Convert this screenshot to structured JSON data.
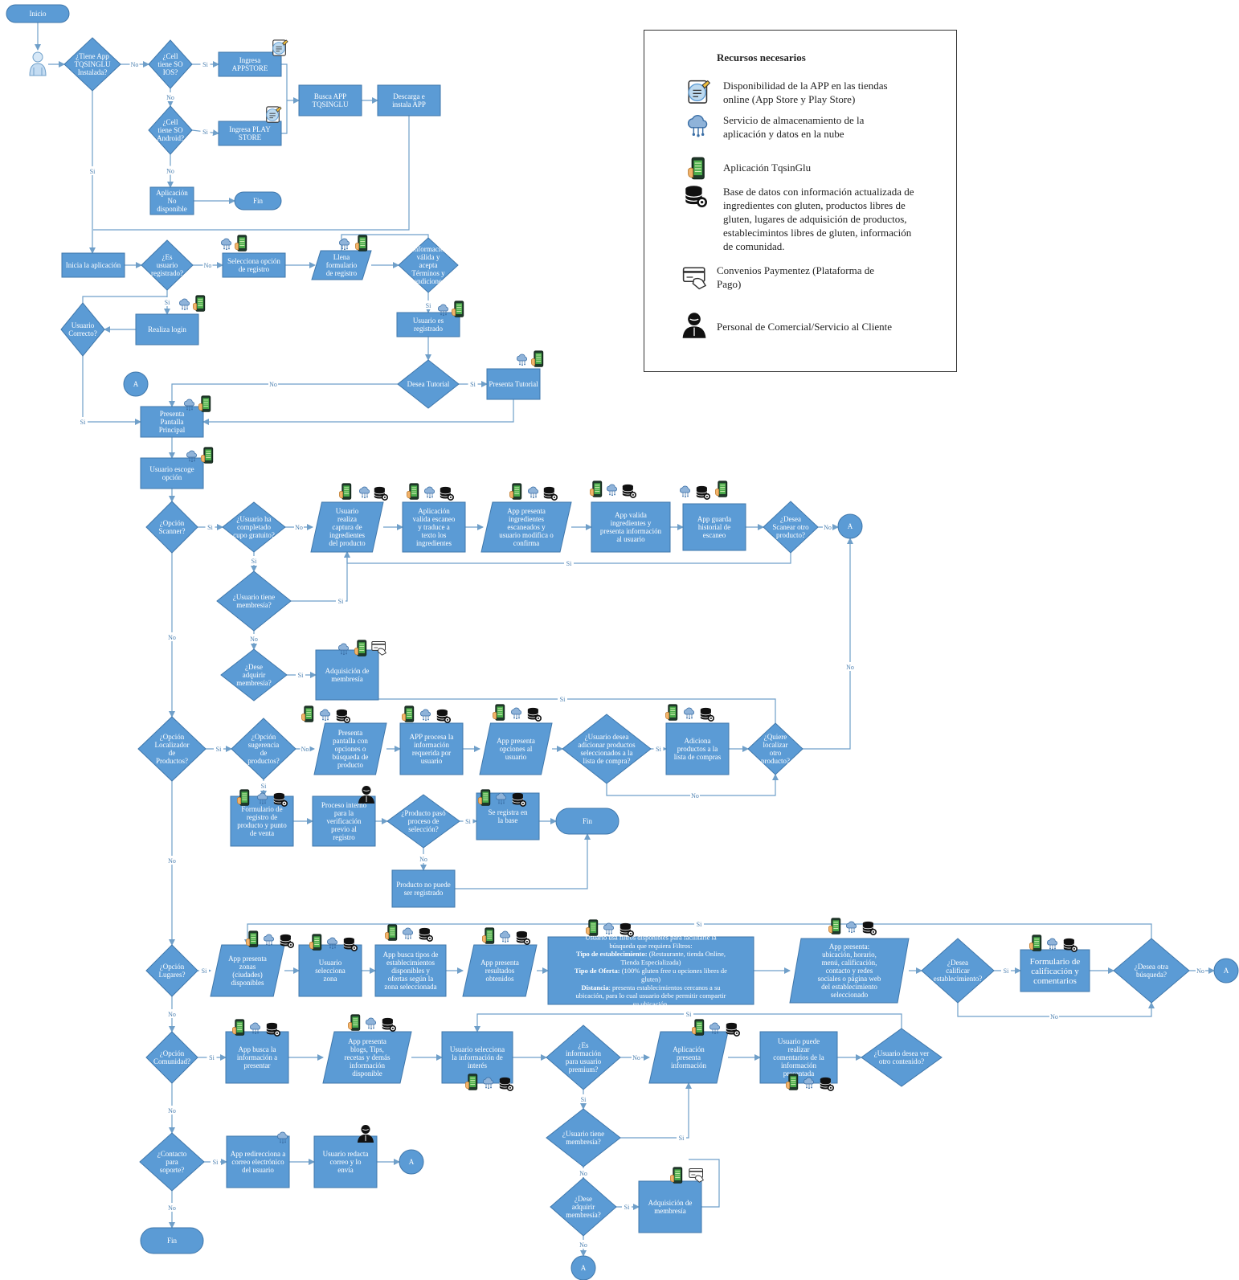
{
  "colors": {
    "shape": "#5b9bd5",
    "edge": "#3f77ab",
    "text": "#ffffff",
    "line": "#6f9fc9",
    "label": "#4a7fb0"
  },
  "legend": {
    "title": "Recursos necesarios",
    "items": [
      {
        "icon": "document-tablet-icon",
        "text": "Disponibilidad de la APP en las tiendas online (App Store y Play Store)"
      },
      {
        "icon": "cloud-storage-icon",
        "text": "Servicio de almacenamiento de la aplicación y datos en la nube"
      },
      {
        "icon": "phone-app-icon",
        "text": "Aplicación TqsinGlu"
      },
      {
        "icon": "database-icon",
        "text": "Base de datos con información actualizada de ingredientes con gluten, productos libres de gluten, lugares de adquisición de productos, establecimintos libres de gluten, información de comunidad."
      },
      {
        "icon": "payment-card-icon",
        "text": "Convenios Paymentez (Plataforma de Pago)"
      },
      {
        "icon": "person-agent-icon",
        "text": "Personal de Comercial/Servicio al Cliente"
      }
    ]
  },
  "nodes": {
    "n_inicio": "Inicio",
    "n_tiene_app": "¿Tiene App TQSINGLU Instalada?",
    "n_ios": "¿Cell tiene SO IOS?",
    "n_appstore": "Ingresa APPSTORE",
    "n_android": "¿Cell tiene SO Android?",
    "n_playstore": "Ingresa PLAY STORE",
    "n_busca": "Busca APP TQSINGLU",
    "n_descarga": "Descarga e instala APP",
    "n_no_disp": "Aplicación No disponible",
    "n_fin1": "Fin",
    "n_inicia": "Inicia la aplicación",
    "n_registrado": "¿Es usuario registrado?",
    "n_sel_reg": "Selecciona opción de registro",
    "n_llena": "Llena formulario de registro",
    "n_info_valida": "¿Información válida y acepta Términos y Condiciones?",
    "n_es_reg": "Usuario es registrado",
    "n_login": "Realiza login",
    "n_correcto": "Usuario Correcto?",
    "n_tutorial_q": "Desea Tutorial",
    "n_tutorial": "Presenta Tutorial",
    "n_a1": "A",
    "n_principal": "Presenta Pantalla Principal",
    "n_escoge": "Usuario escoge opción",
    "n_scanner_q": "¿Opción Scanner?",
    "n_cupo": "¿Usuario ha completado cupo gratuito?",
    "n_captura": "Usuario realiza captura de ingredientes del producto",
    "n_valida_esc": "Aplicación valida escaneo y traduce a texto los ingredientes",
    "n_presenta_ing": "App presenta ingredientes escaneados y usuario modifica o confirma",
    "n_valida_ing": "App valida ingredientes y presenta información al usuario",
    "n_guarda": "App guarda historial de escaneo",
    "n_otro_scan": "¿Desea Scanear otro producto?",
    "n_a2": "A",
    "n_membresia1": "¿Usuario tiene membresía?",
    "n_adquirir1": "¿Dese adquirir membresía?",
    "n_adq1": "Adquisición de membresía",
    "n_localizador": "¿Opción Localizador de Productos?",
    "n_sugerencia": "¿Opción sugerencia de productos?",
    "n_pantalla_busq": "Presenta pantalla con opciones o búsqueda de producto",
    "n_procesa": "APP procesa la información requerida por usuario",
    "n_presenta_op": "App presenta opciones al usuario",
    "n_adicionar_q": "¿Usuario desea adicionar productos seleccionados a la lista de compra?",
    "n_adiciona": "Adiciona productos a la lista de compras",
    "n_otro_loc": "¿Quiere localizar otro producto?",
    "n_form_reg": "Formulario de registro de producto y punto de venta",
    "n_proceso": "Proceso interno para la verificación previo al registro",
    "n_paso": "¿Producto pasó proceso de selección?",
    "n_registra": "Se registra en la base",
    "n_fin2": "Fin",
    "n_no_reg": "Producto no puede ser registrado",
    "n_lugares": "¿Opción Lugares?",
    "n_zonas": "App presenta zonas (ciudades) disponibles",
    "n_sel_zona": "Usuario selecciona zona",
    "n_tipos": "App busca tipos de establecimientos disponibles y ofertas según la zona seleccionada",
    "n_resultados": "App presenta resultados obtenidos",
    "n_filtros_a": "Usuario usa filtros disponibles para facilitarle la búsqueda que requiera Filtros:",
    "n_filtros_b1": "Tipo de establecimiento:",
    "n_filtros_b2": " (Restaurante, tienda Online, Tienda Especializada)",
    "n_filtros_c1": "Tipo de Oferta:",
    "n_filtros_c2": " (100% gluten free u opciones libres de gluten)",
    "n_filtros_d1": "Distancia",
    "n_filtros_d2": ": presenta establecimientos cercanos a su ubicación, para lo cual usuario debe permitir compartir su ubicación.",
    "n_ubicacion": "App presenta: ubicación, horario, menú, calificación, contacto y redes sociales o página web del establecimiento seleccionado",
    "n_calificar": "¿Desea calificar establecimiento?",
    "n_form_calif": "Formulario de calificación y comentarios",
    "n_otra_busq": "¿Desea otra búsqueda?",
    "n_a3": "A",
    "n_comunidad": "¿Opción Comunidad?",
    "n_busca_info": "App busca la información a presentar",
    "n_blogs": "App presenta blogs, Tips, recetas y demás información disponible",
    "n_sel_info": "Usuario selecciona la información de interés",
    "n_premium": "¿Es información para usuario premium?",
    "n_aplic_info": "Aplicación presenta información",
    "n_comentarios": "Usuario puede realizar comentarios de la información presentada",
    "n_otro_cont": "¿Usuario desea ver otro contenido?",
    "n_membresia2": "¿Usuario tiene membresía?",
    "n_adquirir2": "¿Dese adquirir membresía?",
    "n_adq2": "Adquisición de membresía",
    "n_a4": "A",
    "n_contacto": "¿Contacto para soporte?",
    "n_redirecciona": "App redirecciona a correo electrónico del usuario",
    "n_redacta": "Usuario redacta correo y lo envía",
    "n_a5": "A",
    "n_fin3": "Fin"
  },
  "edge_labels": {
    "yes": "Si",
    "no": "No"
  }
}
